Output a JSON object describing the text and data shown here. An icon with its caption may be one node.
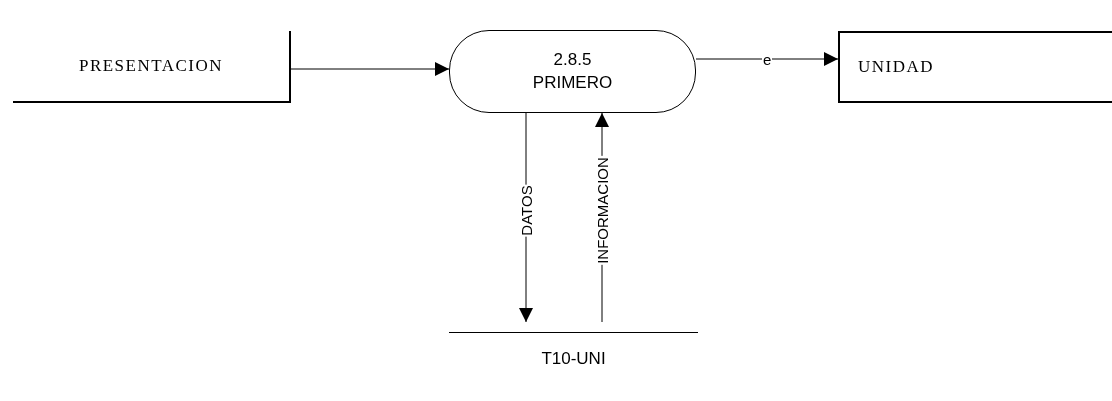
{
  "diagram": {
    "nodes": [
      {
        "text": [
          "PRESENTACION"
        ]
      },
      {
        "text": [
          "2.8.5 PRIMERO"
        ]
      },
      {
        "text": [
          "UNIDAD"
        ]
      },
      {
        "text": [
          "T10-UNI"
        ]
      }
    ],
    "edges": [
      {
        "from": 0,
        "to": 1,
        "arrow": "to"
      },
      {
        "from": 1,
        "to": 2,
        "arrow": "to",
        "label": "e"
      },
      {
        "from": 1,
        "to": 3,
        "arrow": "to",
        "label": "DATOS"
      },
      {
        "from": 3,
        "to": 1,
        "arrow": "to",
        "label": "INFORMACION"
      }
    ]
  }
}
